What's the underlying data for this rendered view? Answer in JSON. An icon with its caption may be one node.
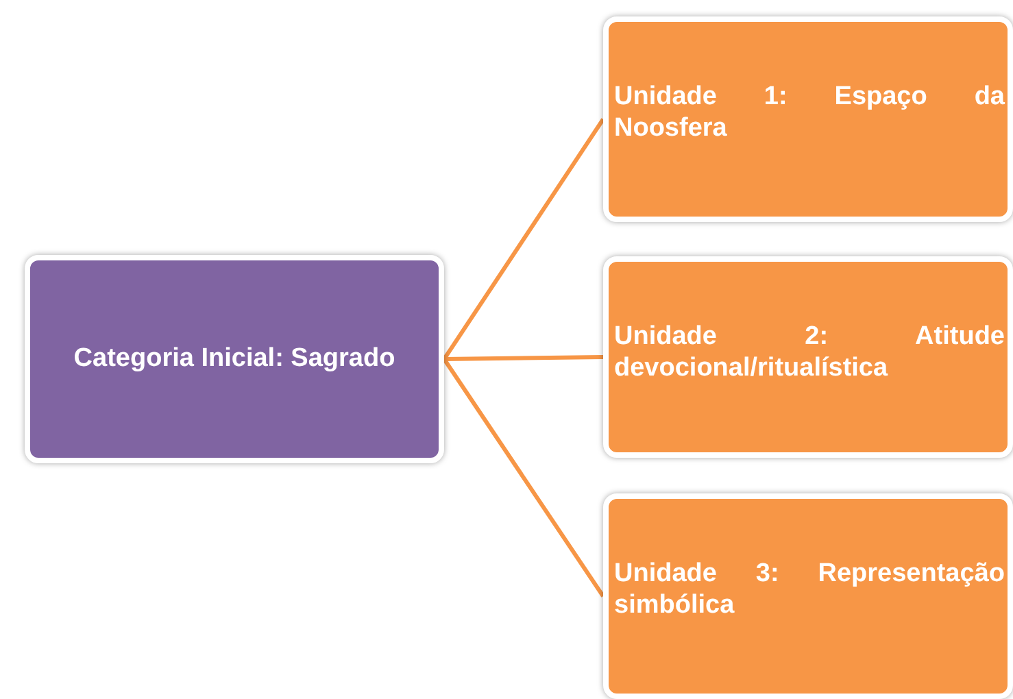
{
  "diagram": {
    "nodes": [
      {
        "text": [
          "Categoria Inicial: Sagrado"
        ]
      },
      {
        "text": [
          "Unidade 1: Espaço da Noosfera"
        ]
      },
      {
        "text": [
          "Unidade 2: Atitude devocional/ritualística"
        ]
      },
      {
        "text": [
          "Unidade 3: Representação simbólica"
        ]
      }
    ],
    "edges": [
      {
        "from": 0,
        "to": 1,
        "arrow": "none"
      },
      {
        "from": 0,
        "to": 2,
        "arrow": "none"
      },
      {
        "from": 0,
        "to": 3,
        "arrow": "none"
      }
    ]
  }
}
